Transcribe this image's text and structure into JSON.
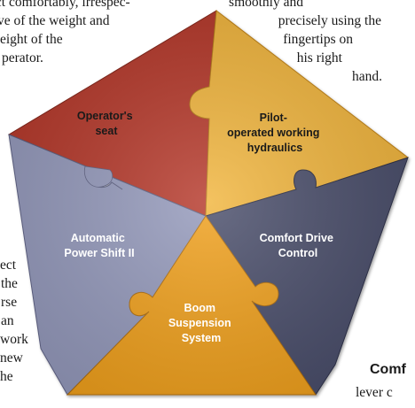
{
  "left_top_text": [
    "ect comfortably, irrespec-",
    "ve of the weight and",
    "eight of the",
    "perator."
  ],
  "right_top_text": [
    "smoothly and",
    "precisely using the",
    "fingertips on",
    "his right",
    "hand."
  ],
  "left_bottom_text": [
    "ect",
    "the",
    "rse",
    "an",
    "work",
    "new",
    "he"
  ],
  "bottom_right_heading": "Comf",
  "bottom_right_text": "lever c",
  "diagram": {
    "segments": [
      {
        "id": "operators-seat",
        "lines": [
          "Operator's",
          "seat"
        ],
        "color": "#b5372a",
        "text_color": "#1a1a1a"
      },
      {
        "id": "pilot-hydraulics",
        "lines": [
          "Pilot-",
          "operated working",
          "hydraulics"
        ],
        "color": "#f1b53d",
        "text_color": "#1a1a1a"
      },
      {
        "id": "comfort-drive",
        "lines": [
          "Comfort Drive",
          "Control"
        ],
        "color": "#4a4d6b",
        "text_color": "#ffffff"
      },
      {
        "id": "boom-suspension",
        "lines": [
          "Boom",
          "Suspension",
          "System"
        ],
        "color": "#f0a01e",
        "text_color": "#ffffff"
      },
      {
        "id": "power-shift",
        "lines": [
          "Automatic",
          "Power Shift II"
        ],
        "color": "#9499bb",
        "text_color": "#ffffff"
      }
    ]
  }
}
